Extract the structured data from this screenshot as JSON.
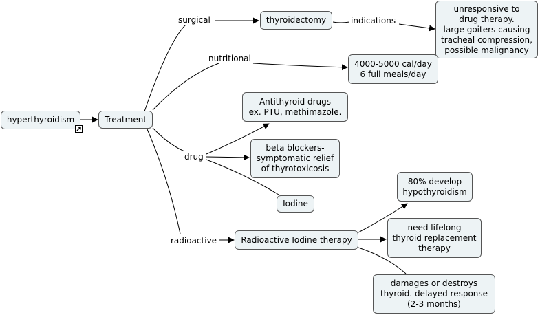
{
  "nodes": {
    "hyperthyroidism": "hyperthyroidism",
    "treatment": "Treatment",
    "thyroidectomy": "thyroidectomy",
    "unresponsive": "unresponsive to\ndrug therapy.\nlarge goiters causing\ntracheal compression,\npossible malignancy",
    "calories": "4000-5000 cal/day\n6 full meals/day",
    "antithyroid": "Antithyroid drugs\nex. PTU, methimazole.",
    "beta_blockers": "beta blockers-\nsymptomatic relief\nof thyrotoxicosis",
    "iodine": "Iodine",
    "radioactive_therapy": "Radioactive Iodine therapy",
    "hypothyroidism": "80% develop\nhypothyroidism",
    "lifelong": "need lifelong\nthyroid replacement\ntherapy",
    "damages": "damages or destroys\nthyroid.  delayed response\n(2-3 months)"
  },
  "labels": {
    "surgical": "surgical",
    "indications": "indications",
    "nutritional": "nutritional",
    "drug": "drug",
    "radioactive": "radioactive"
  },
  "icons": {
    "link": "external-link-icon"
  }
}
